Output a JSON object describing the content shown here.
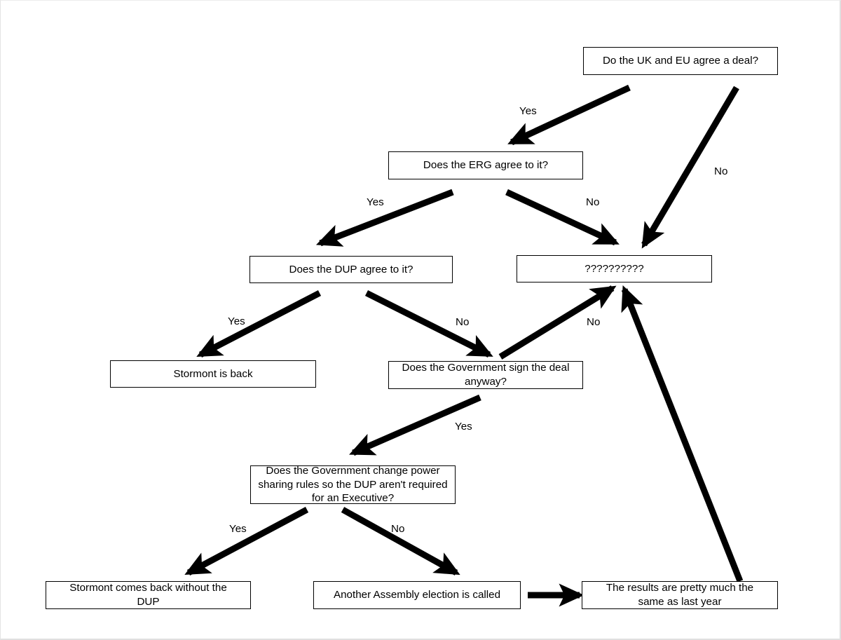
{
  "diagram": {
    "title": "Brexit deal / Stormont decision flowchart",
    "background_color": "#ffffff",
    "line_color": "#000000",
    "box_border_color": "#000000",
    "nodes": [
      {
        "id": "uk_eu_deal",
        "label": "Do the UK and EU agree a deal?"
      },
      {
        "id": "erg_agree",
        "label": "Does the ERG agree to it?"
      },
      {
        "id": "dup_agree",
        "label": "Does the DUP agree to it?"
      },
      {
        "id": "unknown",
        "label": "??????????"
      },
      {
        "id": "stormont_back",
        "label": "Stormont is back"
      },
      {
        "id": "gov_sign_line1",
        "label": "Does the Government sign the deal"
      },
      {
        "id": "gov_sign_line2",
        "label": "anyway?"
      },
      {
        "id": "power_line1",
        "label": "Does the Government change power"
      },
      {
        "id": "power_line2",
        "label": "sharing rules so the DUP aren't required"
      },
      {
        "id": "power_line3",
        "label": "for an Executive?"
      },
      {
        "id": "stormont_no_dup_1",
        "label": "Stormont comes back without the"
      },
      {
        "id": "stormont_no_dup_2",
        "label": "DUP"
      },
      {
        "id": "assembly_election",
        "label": "Another Assembly election is called"
      },
      {
        "id": "results_line1",
        "label": "The results are pretty much the"
      },
      {
        "id": "results_line2",
        "label": "same as last year"
      }
    ],
    "edge_labels": [
      {
        "id": "e1",
        "text": "Yes",
        "from": "uk_eu_deal",
        "to": "erg_agree"
      },
      {
        "id": "e2",
        "text": "No",
        "from": "uk_eu_deal",
        "to": "unknown"
      },
      {
        "id": "e3",
        "text": "Yes",
        "from": "erg_agree",
        "to": "dup_agree"
      },
      {
        "id": "e4",
        "text": "No",
        "from": "erg_agree",
        "to": "unknown"
      },
      {
        "id": "e5",
        "text": "Yes",
        "from": "dup_agree",
        "to": "stormont_back"
      },
      {
        "id": "e6",
        "text": "No",
        "from": "dup_agree",
        "to": "gov_sign"
      },
      {
        "id": "e7",
        "text": "No",
        "from": "gov_sign",
        "to": "unknown"
      },
      {
        "id": "e8",
        "text": "Yes",
        "from": "gov_sign",
        "to": "power_sharing"
      },
      {
        "id": "e9",
        "text": "Yes",
        "from": "power_sharing",
        "to": "stormont_no_dup"
      },
      {
        "id": "e10",
        "text": "No",
        "from": "power_sharing",
        "to": "assembly_election"
      }
    ]
  }
}
